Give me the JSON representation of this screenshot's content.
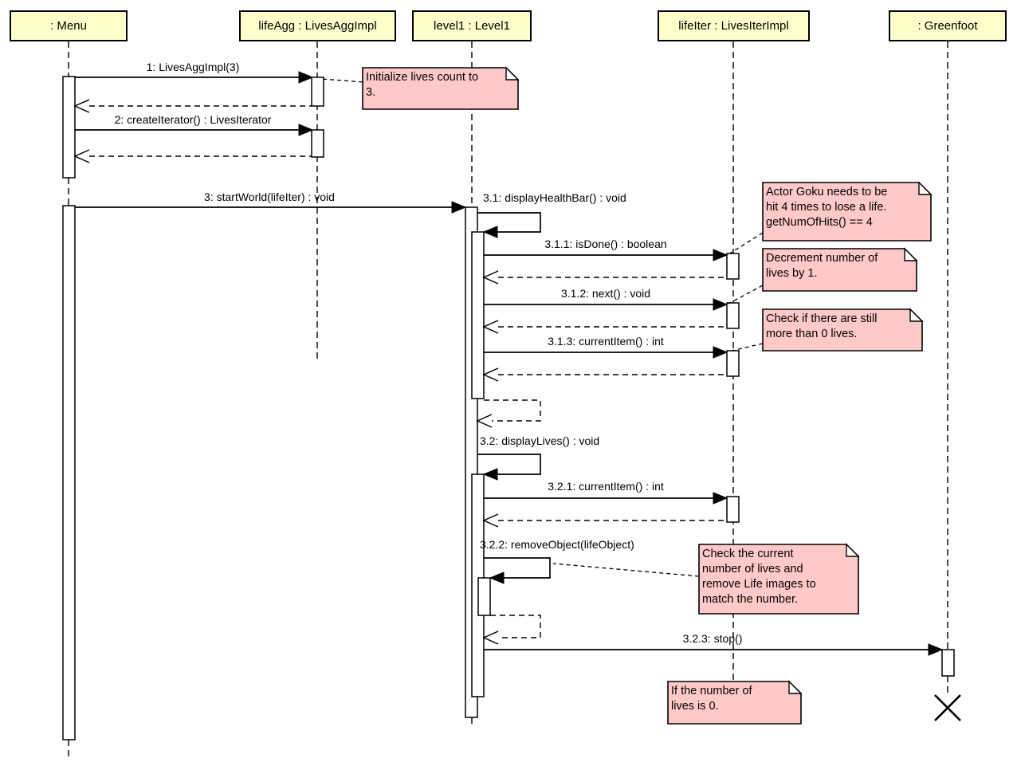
{
  "diagram": {
    "type": "uml-sequence-diagram",
    "actors": [
      {
        "label": ": Menu"
      },
      {
        "label": "lifeAgg : LivesAggImpl"
      },
      {
        "label": "level1 : Level1"
      },
      {
        "label": "lifeIter : LivesIterImpl"
      },
      {
        "label": ": Greenfoot"
      }
    ],
    "messages": [
      {
        "label": "1: LivesAggImpl(3)"
      },
      {
        "label": "2: createIterator() : LivesIterator"
      },
      {
        "label": "3: startWorld(lifeIter) : void"
      },
      {
        "label": "3.1: displayHealthBar() : void"
      },
      {
        "label": "3.1.1: isDone() : boolean"
      },
      {
        "label": "3.1.2: next() : void"
      },
      {
        "label": "3.1.3: currentItem() : int"
      },
      {
        "label": "3.2: displayLives() : void"
      },
      {
        "label": "3.2.1: currentItem() : int"
      },
      {
        "label": "3.2.2: removeObject(lifeObject)"
      },
      {
        "label": "3.2.3: stop()"
      }
    ],
    "notes": [
      {
        "text": "Initialize lives count to\n3."
      },
      {
        "text": "Actor Goku needs to be\nhit 4 times to lose a life.\ngetNumOfHits() == 4"
      },
      {
        "text": "Decrement number of\nlives by 1."
      },
      {
        "text": "Check if there are still\nmore than 0 lives."
      },
      {
        "text": "Check the current\nnumber of lives and\nremove Life images to\nmatch the number."
      },
      {
        "text": "If the number of\nlives is 0."
      }
    ],
    "colors": {
      "actor_fill": "#FFFFCC",
      "note_fill": "#FFC9C9",
      "line_color": "#000000",
      "background": "#FFFFFF"
    }
  }
}
